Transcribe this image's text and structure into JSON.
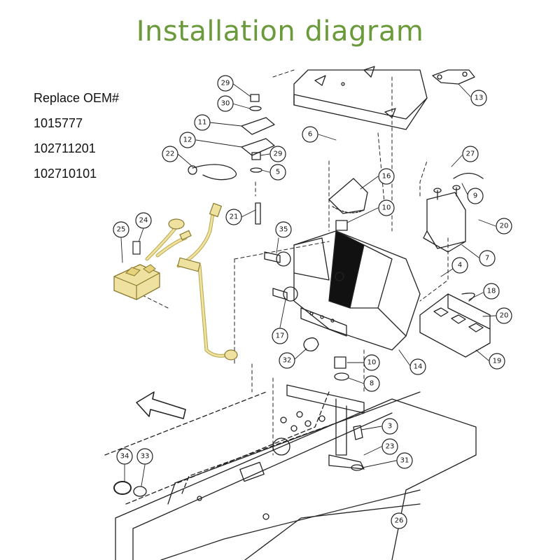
{
  "title": "Installation diagram",
  "oem": {
    "heading": "Replace OEM#",
    "numbers": [
      "1015777",
      "102711201",
      "102710101"
    ]
  },
  "colors": {
    "title": "#6a9a3a",
    "highlight": "#efe2a0",
    "highlight_stroke": "#b8a84a",
    "line": "#222222"
  },
  "callouts": [
    "29",
    "30",
    "11",
    "12",
    "22",
    "29",
    "5",
    "6",
    "16",
    "10",
    "21",
    "35",
    "25",
    "24",
    "13",
    "27",
    "9",
    "20",
    "7",
    "4",
    "18",
    "20",
    "19",
    "17",
    "32",
    "10",
    "14",
    "8",
    "3",
    "23",
    "31",
    "34",
    "33",
    "26"
  ]
}
